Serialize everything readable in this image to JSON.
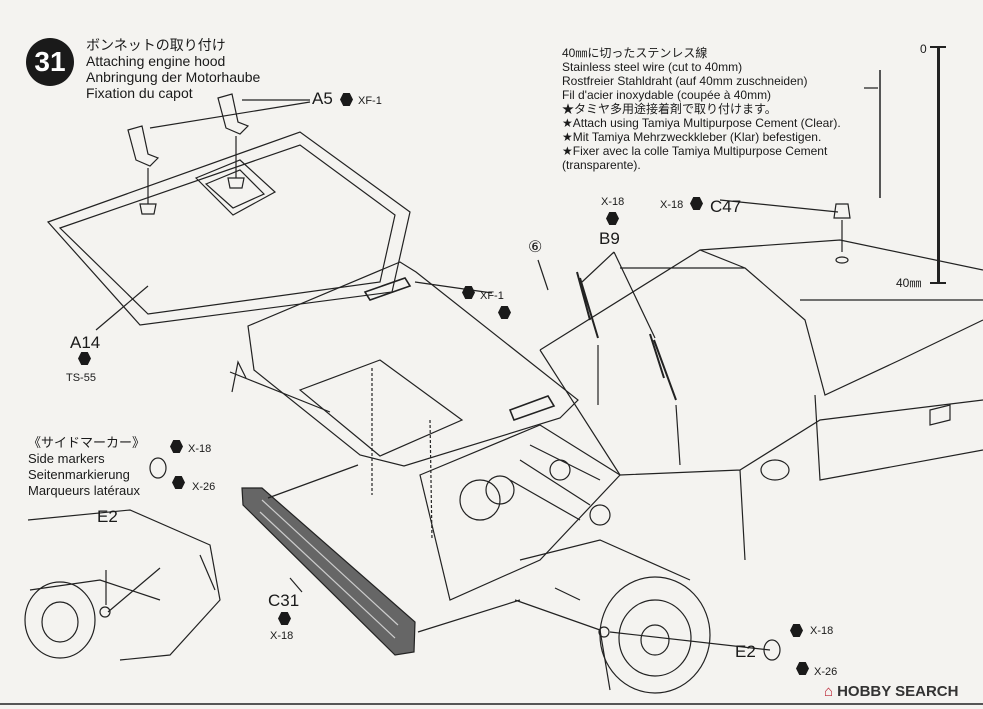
{
  "step": {
    "number": "31"
  },
  "title": {
    "jp": "ボンネットの取り付け",
    "en": "Attaching engine hood",
    "de": "Anbringung der Motorhaube",
    "fr": "Fixation du capot"
  },
  "wire_note": {
    "jp": "40㎜に切ったステンレス線",
    "en": "Stainless steel wire (cut to 40mm)",
    "de": "Rostfreier Stahldraht (auf 40mm zuschneiden)",
    "fr": "Fil d'acier inoxydable (coupée à 40mm)",
    "cement_jp": "★タミヤ多用途接着剤で取り付けます。",
    "cement_en": "★Attach using Tamiya Multipurpose Cement (Clear).",
    "cement_de": "★Mit Tamiya Mehrzweckkleber (Klar) befestigen.",
    "cement_fr": "★Fixer avec la colle Tamiya Multipurpose Cement",
    "cement_fr2": "(transparente)."
  },
  "scale": {
    "top": "0",
    "bottom": "40㎜"
  },
  "side_markers": {
    "jp": "《サイドマーカー》",
    "en": "Side markers",
    "de": "Seitenmarkierung",
    "fr": "Marqueurs latéraux"
  },
  "parts": {
    "a5": "A5",
    "a5_paint": "XF-1",
    "a14": "A14",
    "a14_paint": "TS-55",
    "hood_paint": "XF-1",
    "b9": "B9",
    "b9_paint": "X-18",
    "c47": "C47",
    "c47_paint": "X-18",
    "c31": "C31",
    "c31_paint": "X-18",
    "e2_left": "E2",
    "e2_right": "E2",
    "marker_paint_a": "X-18",
    "marker_paint_b": "X-26",
    "e2r_paint_a": "X-18",
    "e2r_paint_b": "X-26"
  },
  "callout": "⑥",
  "watermark": "HOBBY SEARCH"
}
